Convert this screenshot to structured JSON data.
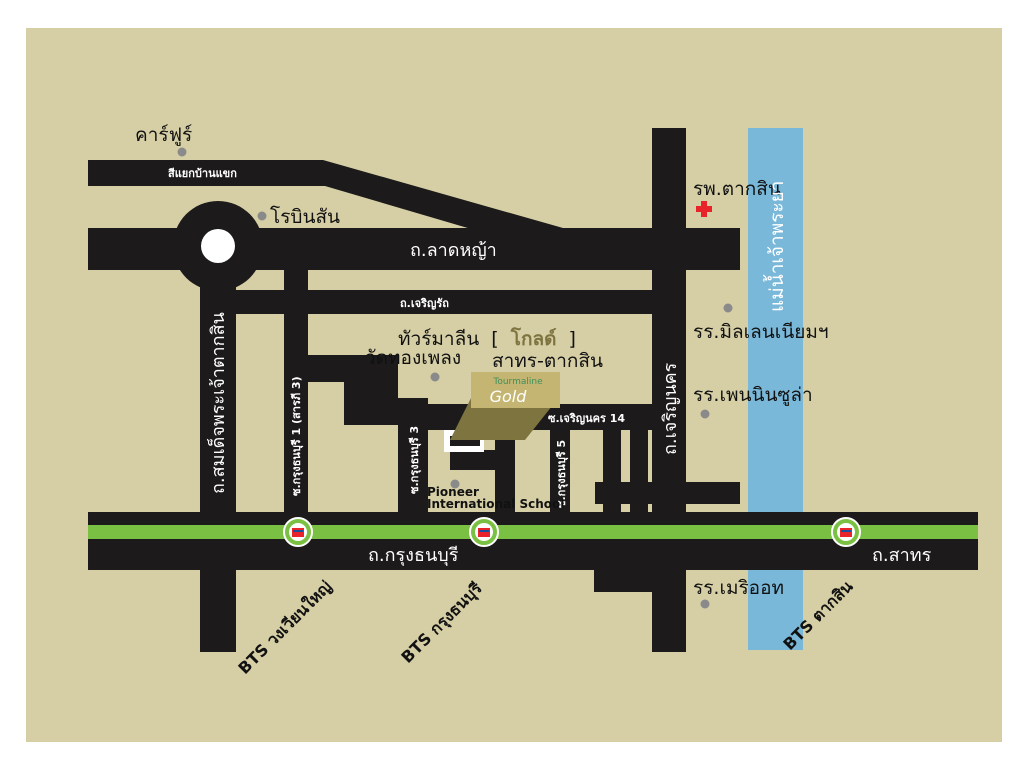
{
  "colors": {
    "background": "#d6cfa6",
    "road": "#1c1a1a",
    "bts_line": "#7ac143",
    "river": "#7ab8d9",
    "hospital": "#e8242a",
    "marker": "#8a8a8a",
    "hotel_beam": "#7d7440",
    "hotel_sign": "#c4b672",
    "hotel_name": "#3f8f5a"
  },
  "roads": {
    "sam_yaek": "สีแยกบ้านแขก",
    "lat_ya": "ถ.ลาดหญ้า",
    "charoen_rat": "ถ.เจริญรัถ",
    "somdet": "ถ.สมเด็จพระเจ้าตากสิน",
    "soi_1": "ซ.กรุงธนบุรี 1 (สารภี 3)",
    "soi_3": "ซ.กรุงธนบุรี 3",
    "soi_5": "ซ.กรุงธนบุรี 5",
    "soi_14": "ซ.เจริญนคร 14",
    "charoen_nakhon": "ถ.เจริญนคร",
    "krung_thon": "ถ.กรุงธนบุรี",
    "sathon": "ถ.สาทร"
  },
  "places": {
    "carrefour": "คาร์ฟูร์",
    "robinson": "โรบินสัน",
    "hospital": "รพ.ตากสิน",
    "millennium": "รร.มิลเลนเนียมฯ",
    "peninsula": "รร.เพนนินซูล่า",
    "wat": "วัดทองเพลง",
    "pioneer_line1": "Pioneer",
    "pioneer_line2": "International School",
    "merit": "รร.เมริออท"
  },
  "hotel": {
    "title_prefix": "ทัวร์มาลีน",
    "bracket_open": "[",
    "gold": "โกลด์",
    "bracket_close": "]",
    "subtitle": "สาทร-ตากสิน",
    "sign_top": "Tourmaline",
    "sign_main": "Gold"
  },
  "river": {
    "name": "แม่น้ำเจ้าพระยา"
  },
  "bts": {
    "wongwian_yai": "BTS วงเวียนใหญ่",
    "krung_thon_buri": "BTS กรุงธนบุรี",
    "taksin": "BTS ตากสิน"
  }
}
